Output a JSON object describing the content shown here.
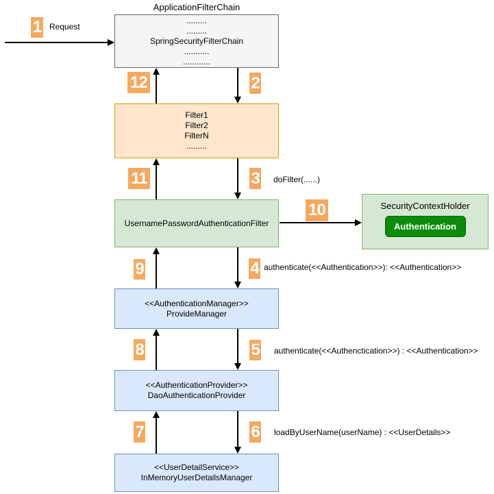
{
  "diagram": {
    "title": "ApplicationFilterChain",
    "nodes": {
      "app_chain": {
        "lines": [
          ".........",
          ".........",
          "SpringSecurityFilterChain",
          "...........",
          "............"
        ]
      },
      "filters": {
        "lines": [
          "Filter1",
          "Filter2",
          "FilterN",
          "........."
        ]
      },
      "upaf": {
        "label": "UsernamePasswordAuthenticationFilter"
      },
      "sch": {
        "title": "SecurityContextHolder",
        "inner": "Authentication"
      },
      "provider_manager": {
        "lines": [
          "<<AuthenticationManager>>",
          "ProvideManager"
        ]
      },
      "dao_provider": {
        "lines": [
          "<<AuthenticationProvider>>",
          "DaoAuthenticationProvider"
        ]
      },
      "user_detail_service": {
        "lines": [
          "<<UserDetailService>>",
          "InMemoryUserDetailsManager"
        ]
      }
    },
    "steps": [
      {
        "num": "1",
        "label": "Request"
      },
      {
        "num": "2",
        "label": ""
      },
      {
        "num": "3",
        "label": "doFilter(......)"
      },
      {
        "num": "4",
        "label": "authenticate(<<Authentication>>): <<Authentication>>"
      },
      {
        "num": "5",
        "label": "authenticate(<<Authenctication>>) : <<Authentication>>"
      },
      {
        "num": "6",
        "label": "loadByUserName(userName) : <<UserDetails>>"
      },
      {
        "num": "7",
        "label": ""
      },
      {
        "num": "8",
        "label": ""
      },
      {
        "num": "9",
        "label": ""
      },
      {
        "num": "10",
        "label": ""
      },
      {
        "num": "11",
        "label": ""
      },
      {
        "num": "12",
        "label": ""
      }
    ],
    "colors": {
      "badge_orange": "#F5A95F",
      "gray_fill": "#F5F5F5",
      "gray_border": "#666666",
      "orange_fill": "#FFE6CC",
      "orange_border": "#D79B00",
      "green_fill": "#D5E8D4",
      "green_border": "#82B366",
      "blue_fill": "#DAE8FC",
      "blue_border": "#6C8EBF",
      "auth_button_fill": "#0A8C0A",
      "arrow": "#000000"
    }
  }
}
